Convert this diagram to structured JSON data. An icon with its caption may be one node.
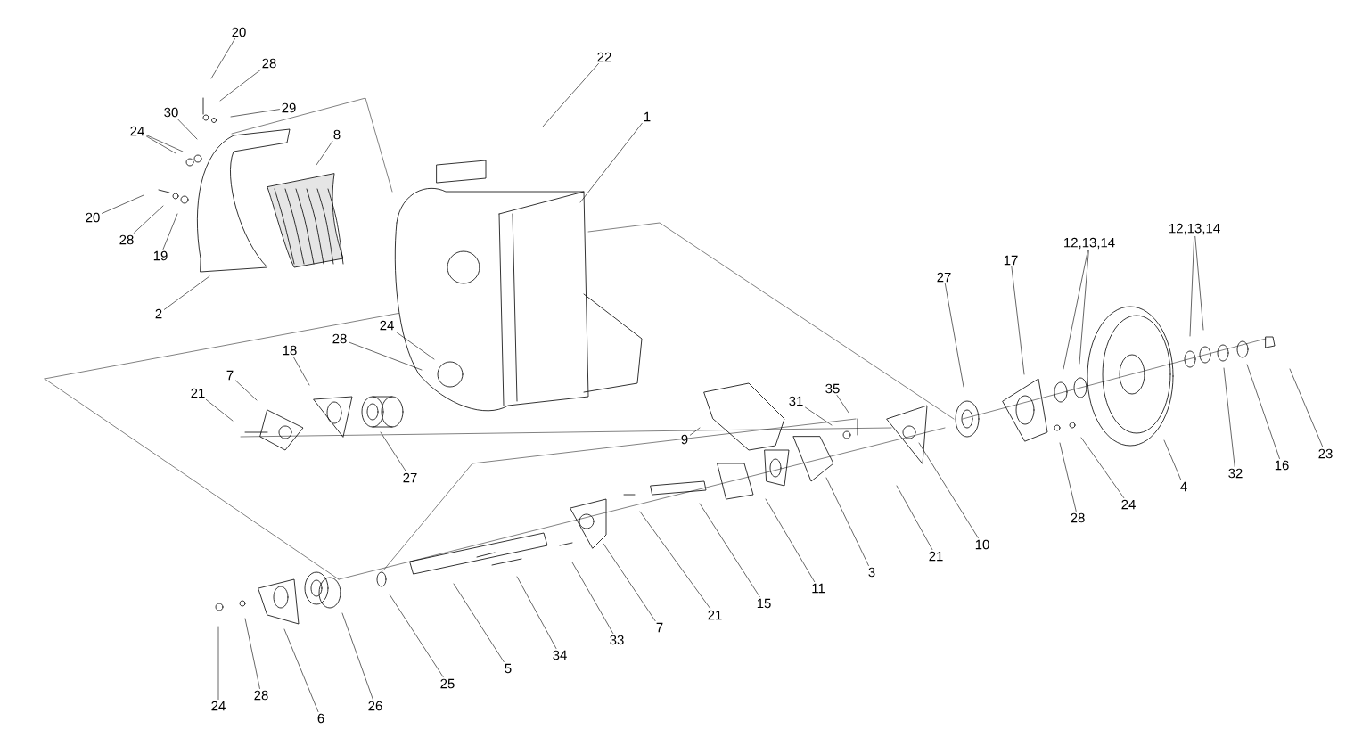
{
  "diagram": {
    "nodes": [
      {
        "text": [
          "20"
        ]
      },
      {
        "text": [
          "28"
        ]
      },
      {
        "text": [
          "29"
        ]
      },
      {
        "text": [
          "30"
        ]
      },
      {
        "text": [
          "24"
        ]
      },
      {
        "text": [
          "8"
        ]
      },
      {
        "text": [
          "20"
        ]
      },
      {
        "text": [
          "28"
        ]
      },
      {
        "text": [
          "19"
        ]
      },
      {
        "text": [
          "2"
        ]
      },
      {
        "text": [
          "22"
        ]
      },
      {
        "text": [
          "1"
        ]
      },
      {
        "text": [
          "27"
        ]
      },
      {
        "text": [
          "17"
        ]
      },
      {
        "text": [
          "12,13,14"
        ]
      },
      {
        "text": [
          "12,13,14"
        ]
      },
      {
        "text": [
          "28"
        ]
      },
      {
        "text": [
          "24"
        ]
      },
      {
        "text": [
          "18"
        ]
      },
      {
        "text": [
          "7"
        ]
      },
      {
        "text": [
          "21"
        ]
      },
      {
        "text": [
          "27"
        ]
      },
      {
        "text": [
          "9"
        ]
      },
      {
        "text": [
          "31"
        ]
      },
      {
        "text": [
          "35"
        ]
      },
      {
        "text": [
          "4"
        ]
      },
      {
        "text": [
          "32"
        ]
      },
      {
        "text": [
          "16"
        ]
      },
      {
        "text": [
          "23"
        ]
      },
      {
        "text": [
          "28"
        ]
      },
      {
        "text": [
          "24"
        ]
      },
      {
        "text": [
          "21"
        ]
      },
      {
        "text": [
          "10"
        ]
      },
      {
        "text": [
          "3"
        ]
      },
      {
        "text": [
          "11"
        ]
      },
      {
        "text": [
          "15"
        ]
      },
      {
        "text": [
          "21"
        ]
      },
      {
        "text": [
          "7"
        ]
      },
      {
        "text": [
          "33"
        ]
      },
      {
        "text": [
          "34"
        ]
      },
      {
        "text": [
          "5"
        ]
      },
      {
        "text": [
          "25"
        ]
      },
      {
        "text": [
          "26"
        ]
      },
      {
        "text": [
          "6"
        ]
      },
      {
        "text": [
          "28"
        ]
      },
      {
        "text": [
          "24"
        ]
      }
    ],
    "edges": [
      {
        "from": 0,
        "to": null,
        "arrow": "none"
      },
      {
        "from": 1,
        "to": null,
        "arrow": "none"
      },
      {
        "from": 2,
        "to": null,
        "arrow": "none"
      },
      {
        "from": 3,
        "to": null,
        "arrow": "none"
      },
      {
        "from": 4,
        "to": null,
        "arrow": "none"
      },
      {
        "from": 4,
        "to": null,
        "arrow": "none"
      },
      {
        "from": 5,
        "to": null,
        "arrow": "none"
      },
      {
        "from": 6,
        "to": null,
        "arrow": "none"
      },
      {
        "from": 7,
        "to": null,
        "arrow": "none"
      },
      {
        "from": 8,
        "to": null,
        "arrow": "none"
      },
      {
        "from": 9,
        "to": null,
        "arrow": "none"
      },
      {
        "from": 10,
        "to": null,
        "arrow": "none"
      },
      {
        "from": 11,
        "to": null,
        "arrow": "none"
      },
      {
        "from": 12,
        "to": null,
        "arrow": "none"
      },
      {
        "from": 13,
        "to": null,
        "arrow": "none"
      },
      {
        "from": 14,
        "to": null,
        "arrow": "none"
      },
      {
        "from": 14,
        "to": null,
        "arrow": "none"
      },
      {
        "from": 15,
        "to": null,
        "arrow": "none"
      },
      {
        "from": 15,
        "to": null,
        "arrow": "none"
      },
      {
        "from": 16,
        "to": null,
        "arrow": "none"
      },
      {
        "from": 17,
        "to": null,
        "arrow": "none"
      },
      {
        "from": 18,
        "to": null,
        "arrow": "none"
      },
      {
        "from": 19,
        "to": null,
        "arrow": "none"
      },
      {
        "from": 20,
        "to": null,
        "arrow": "none"
      },
      {
        "from": 21,
        "to": null,
        "arrow": "none"
      },
      {
        "from": 22,
        "to": null,
        "arrow": "none"
      },
      {
        "from": 23,
        "to": null,
        "arrow": "none"
      },
      {
        "from": 24,
        "to": null,
        "arrow": "none"
      },
      {
        "from": 25,
        "to": null,
        "arrow": "none"
      },
      {
        "from": 26,
        "to": null,
        "arrow": "none"
      },
      {
        "from": 27,
        "to": null,
        "arrow": "none"
      },
      {
        "from": 28,
        "to": null,
        "arrow": "none"
      },
      {
        "from": 29,
        "to": null,
        "arrow": "none"
      },
      {
        "from": 30,
        "to": null,
        "arrow": "none"
      },
      {
        "from": 31,
        "to": null,
        "arrow": "none"
      },
      {
        "from": 32,
        "to": null,
        "arrow": "none"
      },
      {
        "from": 33,
        "to": null,
        "arrow": "none"
      },
      {
        "from": 34,
        "to": null,
        "arrow": "none"
      },
      {
        "from": 35,
        "to": null,
        "arrow": "none"
      },
      {
        "from": 36,
        "to": null,
        "arrow": "none"
      },
      {
        "from": 37,
        "to": null,
        "arrow": "none"
      },
      {
        "from": 38,
        "to": null,
        "arrow": "none"
      },
      {
        "from": 39,
        "to": null,
        "arrow": "none"
      },
      {
        "from": 40,
        "to": null,
        "arrow": "none"
      },
      {
        "from": 41,
        "to": null,
        "arrow": "none"
      },
      {
        "from": 42,
        "to": null,
        "arrow": "none"
      },
      {
        "from": 43,
        "to": null,
        "arrow": "none"
      },
      {
        "from": 44,
        "to": null,
        "arrow": "none"
      },
      {
        "from": 45,
        "to": null,
        "arrow": "none"
      }
    ]
  }
}
